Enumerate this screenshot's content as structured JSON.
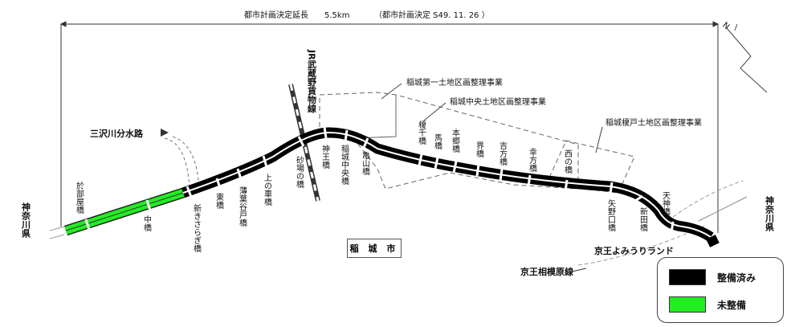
{
  "header": {
    "length_label": "都市計画決定延長",
    "length_value": "5.5km",
    "decision_label": "（都市計画決定 S49. 11. 26 ）"
  },
  "colors": {
    "completed": "#000000",
    "not_completed": "#22ee22"
  },
  "legend": {
    "completed_label": "整備済み",
    "not_completed_label": "未整備"
  },
  "areas": {
    "city": "稲 城 市",
    "prefecture_left": "神奈川県",
    "prefecture_right": "神奈川県"
  },
  "projects": [
    "稲城第一土地区画整理事業",
    "稲城中央土地区画整理事業",
    "稲城榎戸土地区画整理事業"
  ],
  "railways": {
    "jr": "JR武蔵野貨物線",
    "keio_yomiuri": "京王よみうりランド",
    "keio_sagamihara": "京王相模原線"
  },
  "river": "三沢川分水路",
  "bridges": [
    "於部屋橋",
    "中橋",
    "新きさらぎ橋",
    "東橋",
    "薄葉谷戸橋",
    "上の車橋",
    "砂場の橋",
    "神王橋",
    "稲城中央橋",
    "亀山橋",
    "榎千橋",
    "馬橋",
    "本郷橋",
    "界橋",
    "吉方橋",
    "幸方橋",
    "西の橋",
    "矢野口橋",
    "新田橋",
    "天神橋"
  ],
  "north_symbol": "N"
}
